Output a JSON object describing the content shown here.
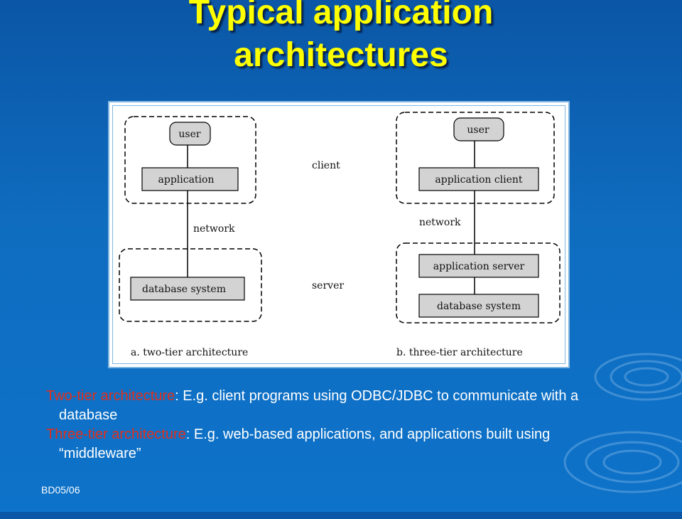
{
  "slide": {
    "title_line1": "Typical application",
    "title_line2": "architectures",
    "footer": "BD05/06"
  },
  "diagram": {
    "left": {
      "user": "user",
      "application": "application",
      "network": "network",
      "database": "database system",
      "caption": "a.  two-tier architecture"
    },
    "middle": {
      "client": "client",
      "server": "server"
    },
    "right": {
      "user": "user",
      "application_client": "application client",
      "network": "network",
      "application_server": "application server",
      "database": "database system",
      "caption": "b.  three-tier architecture"
    }
  },
  "bullets": [
    {
      "term": "Two-tier architecture",
      "text": ":  E.g. client programs using ODBC/JDBC to communicate with a database"
    },
    {
      "term": "Three-tier architecture",
      "text": ": E.g. web-based applications, and applications built using “middleware”"
    }
  ],
  "colors": {
    "title": "#ffff00",
    "term": "#e0301e",
    "background": "#0f6dc0"
  }
}
